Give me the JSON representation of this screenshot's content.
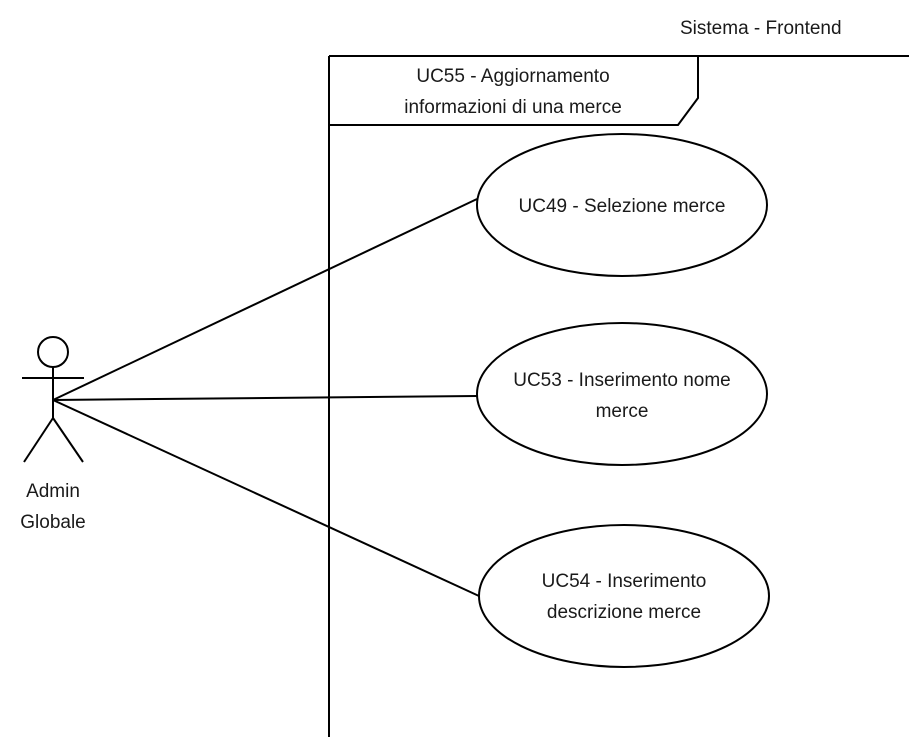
{
  "system": {
    "name": "Sistema - Frontend"
  },
  "frame": {
    "line1": "UC55 - Aggiornamento",
    "line2": "informazioni di una merce"
  },
  "actor": {
    "line1": "Admin",
    "line2": "Globale"
  },
  "use_cases": [
    {
      "id": "UC49",
      "line1": "UC49 - Selezione merce",
      "line2": ""
    },
    {
      "id": "UC53",
      "line1": "UC53 - Inserimento nome",
      "line2": "merce"
    },
    {
      "id": "UC54",
      "line1": "UC54 - Inserimento",
      "line2": "descrizione merce"
    }
  ]
}
